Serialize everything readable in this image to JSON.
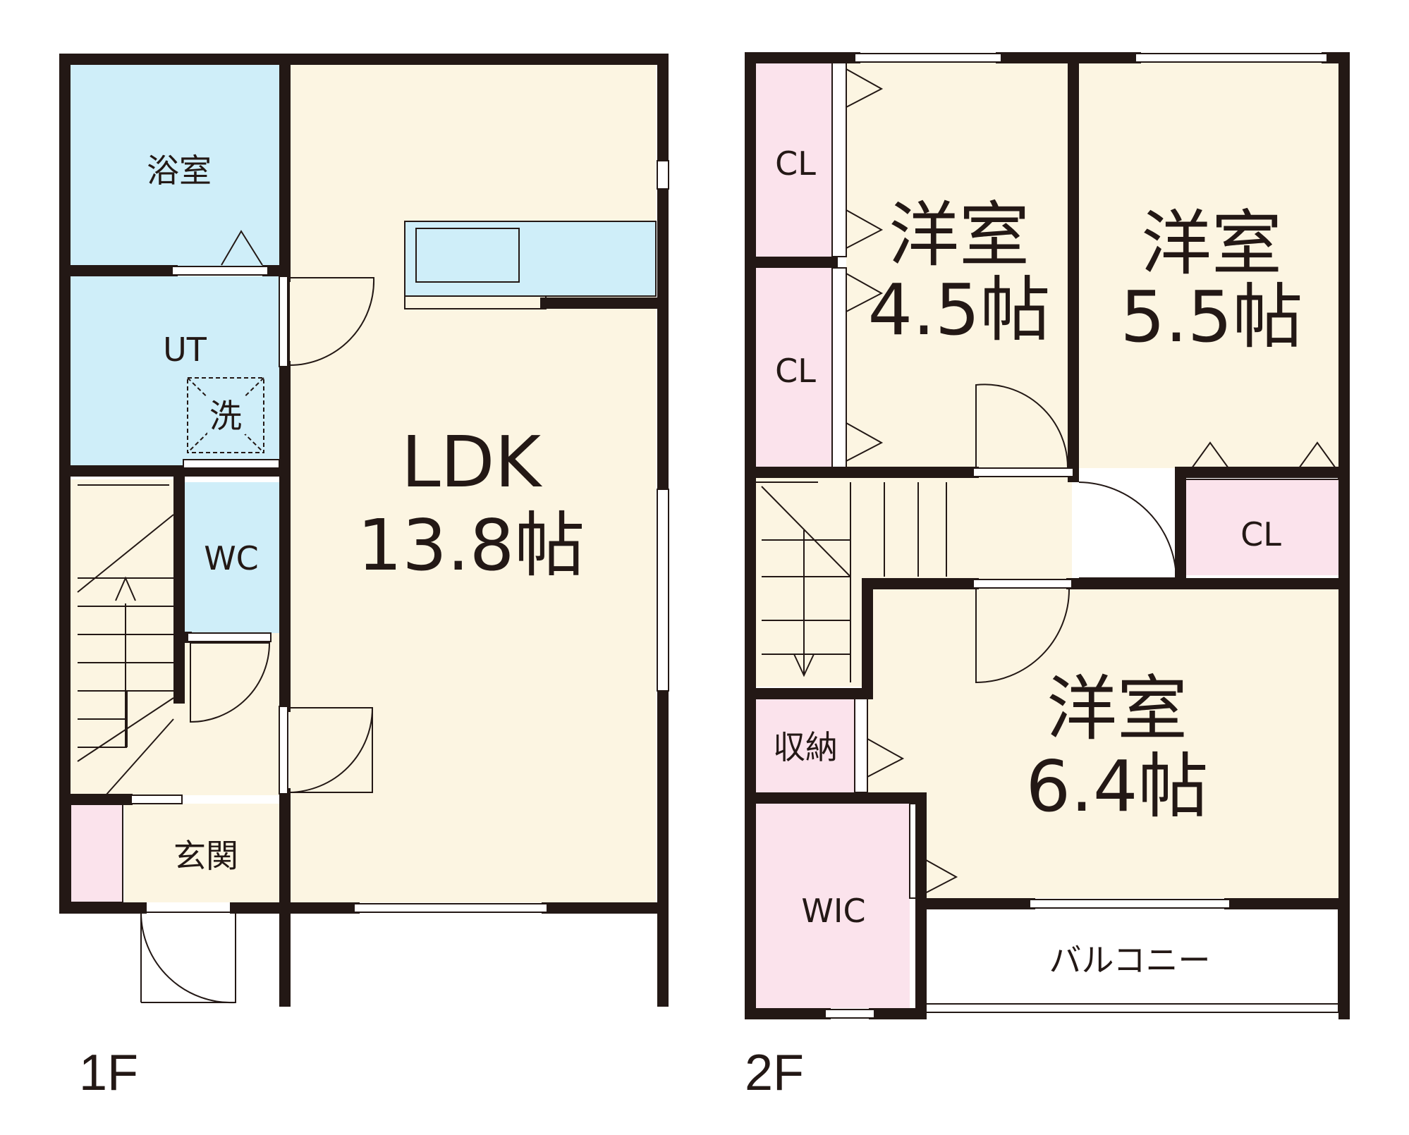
{
  "colors": {
    "living": "#fcf5e2",
    "wet": "#cfeef9",
    "storage": "#fbe3ec",
    "wall": "#231815"
  },
  "floor1": {
    "label": "1F",
    "bath": "浴室",
    "ut": "UT",
    "washer": "洗",
    "wc": "WC",
    "ldk_name": "LDK",
    "ldk_size": "13.8帖",
    "entrance": "玄関"
  },
  "floor2": {
    "label": "2F",
    "cl_1": "CL",
    "cl_2": "CL",
    "cl_3": "CL",
    "room_a_name": "洋室",
    "room_a_size": "4.5帖",
    "room_b_name": "洋室",
    "room_b_size": "5.5帖",
    "room_c_name": "洋室",
    "room_c_size": "6.4帖",
    "storage": "収納",
    "wic": "WIC",
    "balcony": "バルコニー"
  }
}
